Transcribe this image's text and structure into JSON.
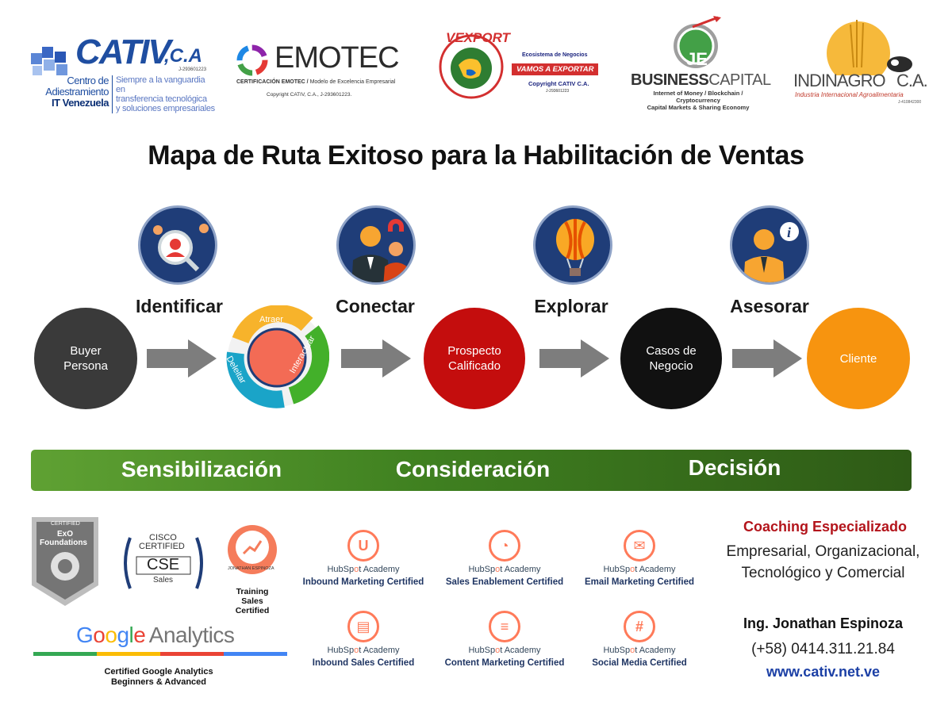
{
  "logos": {
    "cativ": {
      "word": "CATIV",
      "suffix": ",C.A",
      "rif": "J-293601223",
      "left_line1": "Centro de",
      "left_line2": "Adiestramiento",
      "left_line3": "IT Venezuela",
      "right_line1": "Siempre a la vanguardia en",
      "right_line2": "transferencia tecnológica",
      "right_line3": "y soluciones empresariales"
    },
    "emotec": {
      "word": "EMOTEC",
      "sub_bold": "CERTIFICACIÓN EMOTEC /",
      "sub_rest": " Modelo de Excelencia Empresarial",
      "copyright": "Copyright CATIV, C.A., J-293601223."
    },
    "vexport": {
      "word": "VEXPORT",
      "tagline": "Ecosistema de Negocios",
      "button": "VAMOS A EXPORTAR",
      "copyright": "Copyright CATIV C.A.",
      "rif": "J-293601223"
    },
    "business_capital": {
      "badge": "JE",
      "word_bold": "BUSINESS",
      "word_rest": "CAPITAL",
      "sub_line1": "Internet of Money / Blockchain / Cryptocurrency",
      "sub_line2": "Capital Markets & Sharing Economy"
    },
    "indinagro": {
      "word": "INDINAGRO",
      "suffix": "C.A.",
      "sub": "Industria Internacional Agroalimentaria",
      "rif": "J-410842300"
    }
  },
  "title": "Mapa de Ruta Exitoso para la Habilitación de Ventas",
  "steps": [
    {
      "label": "Identificar",
      "icon": "magnifier-person-icon"
    },
    {
      "label": "Conectar",
      "icon": "magnet-people-icon"
    },
    {
      "label": "Explorar",
      "icon": "hot-air-balloon-icon"
    },
    {
      "label": "Asesorar",
      "icon": "advisor-info-icon"
    }
  ],
  "nodes": {
    "buyer_line1": "Buyer",
    "buyer_line2": "Persona",
    "prospect_line1": "Prospecto",
    "prospect_line2": "Calificado",
    "cases_line1": "Casos de",
    "cases_line2": "Negocio",
    "client": "Cliente"
  },
  "flywheel": {
    "attract": "Atraer",
    "engage": "Interactuar",
    "delight": "Deleitar"
  },
  "phases": [
    "Sensibilización",
    "Consideración",
    "Decisión"
  ],
  "certs": {
    "exo_certified": "CERTIFIED",
    "exo_line1": "ExO",
    "exo_line2": "Foundations",
    "cisco_line1": "CISCO",
    "cisco_line2": "CERTIFIED",
    "cisco_cse": "CSE",
    "cisco_sales": "Sales",
    "training_badge_name": "JONATHAN ESPINOZA",
    "training_line1": "Training",
    "training_line2": "Sales",
    "training_line3": "Certified",
    "ga_word_google": "Google",
    "ga_word_analytics": "Analytics",
    "ga_line1": "Certified Google Analytics",
    "ga_line2": "Beginners & Advanced",
    "hubspot_brand_a": "HubSp",
    "hubspot_brand_o": "o",
    "hubspot_brand_b": "t Academy",
    "hubspot": [
      {
        "name": "Inbound Marketing Certified",
        "icon": "magnet-icon"
      },
      {
        "name": "Sales Enablement Certified",
        "icon": "gauge-icon"
      },
      {
        "name": "Email Marketing Certified",
        "icon": "envelope-icon"
      },
      {
        "name": "Inbound Sales Certified",
        "icon": "chat-icon"
      },
      {
        "name": "Content Marketing Certified",
        "icon": "document-icon"
      },
      {
        "name": "Social Media Certified",
        "icon": "hashtag-icon"
      }
    ]
  },
  "contact": {
    "heading": "Coaching Especializado",
    "line1": "Empresarial, Organizacional,",
    "line2": "Tecnológico y Comercial",
    "name": "Ing. Jonathan Espinoza",
    "phone": "(+58) 0414.311.21.84",
    "url": "www.cativ.net.ve"
  },
  "colors": {
    "buyer": "#3a3a3a",
    "prospect": "#c40d0d",
    "cases": "#111111",
    "client": "#f7940f",
    "arrow": "#7d7d7d",
    "phase_bar": "#3f8020",
    "icon_bg": "#1f3d78",
    "hubspot_orange": "#ff7a59"
  }
}
